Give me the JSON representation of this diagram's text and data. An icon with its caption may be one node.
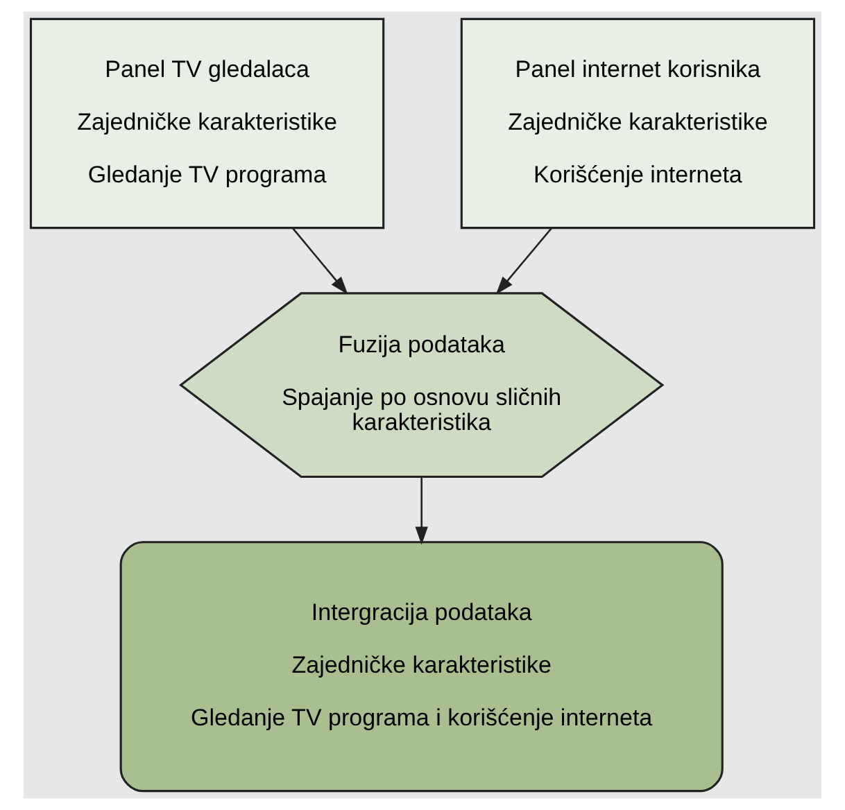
{
  "diagram": {
    "nodes": [
      {
        "text": [
          "Panel TV gledalaca",
          "Zajedničke karakteristike",
          "Gledanje TV programa"
        ]
      },
      {
        "text": [
          "Panel internet korisnika",
          "Zajedničke karakteristike",
          "Korišćenje interneta"
        ]
      },
      {
        "text": [
          "Fuzija podataka",
          "Spajanje po osnovu sličnih karakteristika"
        ]
      },
      {
        "text": [
          "Intergracija podataka",
          "Zajedničke karakteristike",
          "Gledanje TV programa i korišćenje interneta"
        ]
      }
    ],
    "edges": [
      {
        "from": 0,
        "to": 2,
        "arrow": "to"
      },
      {
        "from": 1,
        "to": 2,
        "arrow": "to"
      },
      {
        "from": 2,
        "to": 3,
        "arrow": "to"
      }
    ]
  }
}
